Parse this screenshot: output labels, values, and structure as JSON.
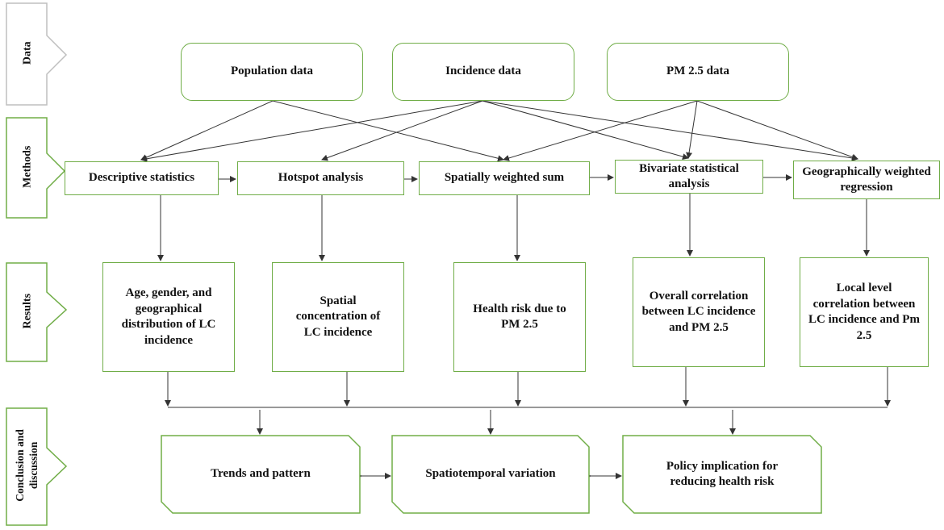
{
  "stages": {
    "data": "Data",
    "methods": "Methods",
    "results": "Results",
    "conclusion_line1": "Conclusion and",
    "conclusion_line2": "discussion"
  },
  "data_sources": {
    "population": "Population data",
    "incidence": "Incidence data",
    "pm25": "PM 2.5 data"
  },
  "methods": {
    "descriptive": "Descriptive statistics",
    "hotspot": "Hotspot analysis",
    "spatial_sum": "Spatially  weighted sum",
    "bivariate": "Bivariate statistical analysis",
    "gwr": "Geographically weighted regression"
  },
  "results": {
    "age_gender": "Age, gender, and geographical distribution  of LC incidence",
    "spatial_conc": "Spatial concentration of LC incidence",
    "health_risk": "Health risk  due to PM 2.5",
    "overall_corr": "Overall correlation between LC incidence and PM 2.5",
    "local_corr": "Local level correlation between LC incidence and Pm 2.5"
  },
  "conclusions": {
    "trends": "Trends and pattern",
    "spatiotemporal": "Spatiotemporal variation",
    "policy": "Policy implication  for reducing health risk"
  },
  "colors": {
    "border": "#70ad47",
    "stage_border": "#bfbfbf",
    "line": "#333333"
  }
}
